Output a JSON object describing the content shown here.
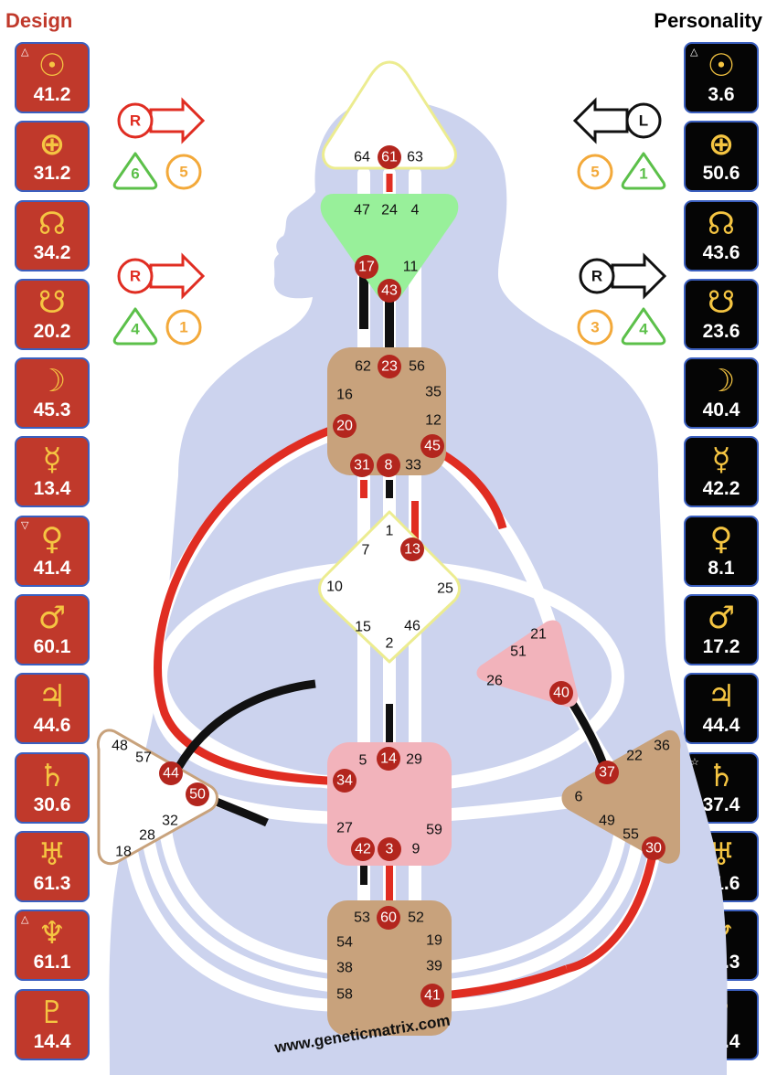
{
  "header": {
    "design_label": "Design",
    "personality_label": "Personality"
  },
  "colors": {
    "design": "#c0392b",
    "personality": "#050505",
    "glyph": "#f5c542",
    "body": "#ccd3ee",
    "gate_active": "#b3261e",
    "head": "#ffffff",
    "ajna": "#98f09a",
    "throat": "#c8a27c",
    "g": "#ffffff",
    "sacral": "#f2b3bb",
    "ego": "#f2b3bb",
    "spleen": "#ffffff",
    "solar": "#c8a27c",
    "root": "#c8a27c"
  },
  "design": [
    {
      "icon": "sun-icon",
      "glyph": "☉",
      "value": "41.2",
      "mark": "△"
    },
    {
      "icon": "earth-icon",
      "glyph": "⊕",
      "value": "31.2",
      "mark": ""
    },
    {
      "icon": "north-node-icon",
      "glyph": "☊",
      "value": "34.2",
      "mark": ""
    },
    {
      "icon": "south-node-icon",
      "glyph": "☋",
      "value": "20.2",
      "mark": ""
    },
    {
      "icon": "moon-icon",
      "glyph": "☽",
      "value": "45.3",
      "mark": ""
    },
    {
      "icon": "mercury-icon",
      "glyph": "☿",
      "value": "13.4",
      "mark": ""
    },
    {
      "icon": "venus-icon",
      "glyph": "♀",
      "value": "41.4",
      "mark": "▽"
    },
    {
      "icon": "mars-icon",
      "glyph": "♂",
      "value": "60.1",
      "mark": ""
    },
    {
      "icon": "jupiter-icon",
      "glyph": "♃",
      "value": "44.6",
      "mark": ""
    },
    {
      "icon": "saturn-icon",
      "glyph": "♄",
      "value": "30.6",
      "mark": ""
    },
    {
      "icon": "uranus-icon",
      "glyph": "♅",
      "value": "61.3",
      "mark": ""
    },
    {
      "icon": "neptune-icon",
      "glyph": "♆",
      "value": "61.1",
      "mark": "△"
    },
    {
      "icon": "pluto-icon",
      "glyph": "♇",
      "value": "14.4",
      "mark": ""
    }
  ],
  "personality": [
    {
      "icon": "sun-icon",
      "glyph": "☉",
      "value": "3.6",
      "mark": "△"
    },
    {
      "icon": "earth-icon",
      "glyph": "⊕",
      "value": "50.6",
      "mark": ""
    },
    {
      "icon": "north-node-icon",
      "glyph": "☊",
      "value": "43.6",
      "mark": ""
    },
    {
      "icon": "south-node-icon",
      "glyph": "☋",
      "value": "23.6",
      "mark": ""
    },
    {
      "icon": "moon-icon",
      "glyph": "☽",
      "value": "40.4",
      "mark": ""
    },
    {
      "icon": "mercury-icon",
      "glyph": "☿",
      "value": "42.2",
      "mark": ""
    },
    {
      "icon": "venus-icon",
      "glyph": "♀",
      "value": "8.1",
      "mark": ""
    },
    {
      "icon": "mars-icon",
      "glyph": "♂",
      "value": "17.2",
      "mark": ""
    },
    {
      "icon": "jupiter-icon",
      "glyph": "♃",
      "value": "44.4",
      "mark": ""
    },
    {
      "icon": "saturn-icon",
      "glyph": "♄",
      "value": "37.4",
      "mark": "☆"
    },
    {
      "icon": "uranus-icon",
      "glyph": "♅",
      "value": "61.6",
      "mark": ""
    },
    {
      "icon": "neptune-icon",
      "glyph": "♆",
      "value": "61.3",
      "mark": ""
    },
    {
      "icon": "pluto-icon",
      "glyph": "♇",
      "value": "14.4",
      "mark": ""
    }
  ],
  "variables": {
    "design_top": {
      "arrow": "R",
      "tri": "6",
      "circ": "5"
    },
    "design_bottom": {
      "arrow": "R",
      "tri": "4",
      "circ": "1"
    },
    "personality_top": {
      "arrow": "L",
      "circ": "5",
      "tri": "1"
    },
    "personality_bottom": {
      "arrow": "R",
      "circ": "3",
      "tri": "4"
    }
  },
  "gates": {
    "head": [
      "64",
      "61",
      "63"
    ],
    "ajna": [
      "47",
      "24",
      "4",
      "17",
      "11",
      "43"
    ],
    "throat": [
      "62",
      "23",
      "56",
      "16",
      "35",
      "20",
      "12",
      "45",
      "31",
      "8",
      "33"
    ],
    "g": [
      "1",
      "7",
      "13",
      "10",
      "25",
      "15",
      "46",
      "2"
    ],
    "ego": [
      "21",
      "51",
      "26",
      "40"
    ],
    "sacral": [
      "5",
      "14",
      "29",
      "34",
      "27",
      "59",
      "42",
      "3",
      "9"
    ],
    "spleen": [
      "48",
      "57",
      "44",
      "50",
      "32",
      "28",
      "18"
    ],
    "solar": [
      "36",
      "22",
      "37",
      "6",
      "49",
      "55",
      "30"
    ],
    "root": [
      "53",
      "60",
      "52",
      "54",
      "19",
      "38",
      "39",
      "58",
      "41"
    ]
  },
  "footer": {
    "url": "www.geneticmatrix.com"
  }
}
